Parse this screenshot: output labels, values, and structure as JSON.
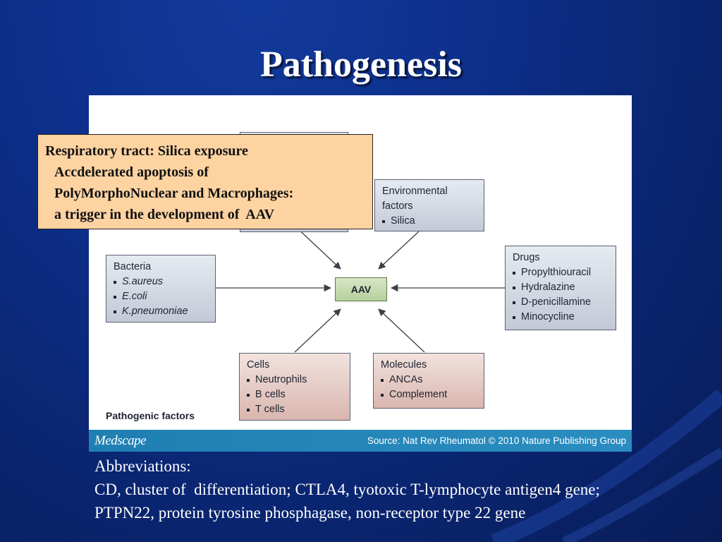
{
  "slide": {
    "title": "Pathogenesis"
  },
  "figure": {
    "boxes": {
      "environmental": {
        "title": "Environmental factors",
        "items": [
          "Silica"
        ]
      },
      "bacteria": {
        "title": "Bacteria",
        "items": [
          "S.aureus",
          "E.coli",
          "K.pneumoniae"
        ]
      },
      "drugs": {
        "title": "Drugs",
        "items": [
          "Propylthiouracil",
          "Hydralazine",
          "D-penicillamine",
          "Minocycline"
        ]
      },
      "cells": {
        "title": "Cells",
        "items": [
          "Neutrophils",
          "B cells",
          "T cells"
        ]
      },
      "molecules": {
        "title": "Molecules",
        "items": [
          "ANCAs",
          "Complement"
        ]
      }
    },
    "center": "AAV",
    "pathogenic_label": "Pathogenic factors",
    "footer": {
      "brand": "Medscape",
      "source": "Source: Nat Rev Rheumatol © 2010 Nature Publishing Group"
    },
    "colors": {
      "grey_box": "#c3cad6",
      "pink_box": "#d9b6ae",
      "center_box": "#b6cf9c",
      "footer": "#2a8dc0"
    }
  },
  "callout": {
    "lines": [
      "Respiratory tract: Silica exposure",
      "Accdelerated apoptosis of",
      "PolyMorphoNuclear and Macrophages:",
      "a trigger in the development of  AAV"
    ],
    "color": "#fdd3a2"
  },
  "abbreviations": {
    "heading": "Abbreviations:",
    "line1": "CD, cluster of  differentiation; CTLA4, tyotoxic T-lymphocyte antigen4 gene;",
    "line2": "PTPN22, protein tyrosine phosphagase, non-receptor type 22 gene"
  }
}
